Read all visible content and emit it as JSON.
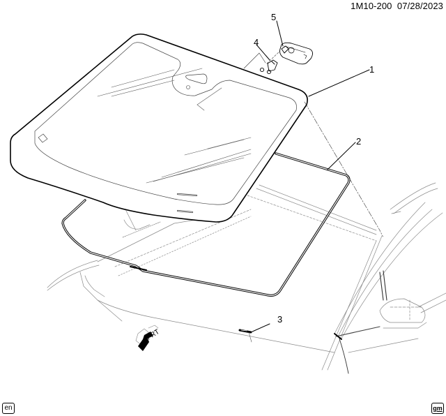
{
  "header": {
    "illustration_code": "1M10-200",
    "date": "07/28/2023"
  },
  "callouts": [
    {
      "number": "1",
      "part": "windshield"
    },
    {
      "number": "2",
      "part": "windshield-weatherstrip"
    },
    {
      "number": "3",
      "part": "vin-plate-clip"
    },
    {
      "number": "4",
      "part": "rearview-mirror-bracket"
    },
    {
      "number": "5",
      "part": "inside-rearview-mirror"
    }
  ],
  "direction_indicator": {
    "label": "FRT"
  },
  "footer": {
    "language_badge": "en",
    "brand_badge": "gm"
  },
  "colors": {
    "line": "#000000",
    "thin_line": "#555555",
    "background": "#ffffff"
  }
}
